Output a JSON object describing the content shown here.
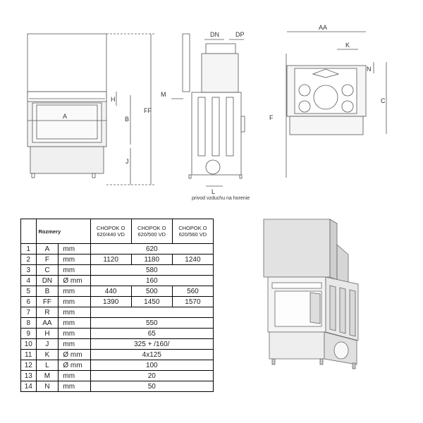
{
  "drawings": {
    "front_labels": {
      "A": "A",
      "H": "H",
      "B": "B",
      "FF": "FF",
      "J": "J"
    },
    "side_labels": {
      "DN": "DN",
      "DP": "DP",
      "M": "M",
      "F": "F",
      "L": "L"
    },
    "top_labels": {
      "AA": "AA",
      "K": "K",
      "N": "N",
      "C": "C"
    },
    "caption": "privod vzduchu na horenie"
  },
  "table": {
    "title": "Rozmery",
    "columns": [
      "CHOPOK O 620/440 VD",
      "CHOPOK O 620/500 VD",
      "CHOPOK O 620/560 VD"
    ],
    "rows": [
      {
        "n": "1",
        "p": "A",
        "u": "mm",
        "merged": "620"
      },
      {
        "n": "2",
        "p": "F",
        "u": "mm",
        "v": [
          "1120",
          "1180",
          "1240"
        ]
      },
      {
        "n": "3",
        "p": "C",
        "u": "mm",
        "merged": "580"
      },
      {
        "n": "4",
        "p": "DN",
        "u": "Ø mm",
        "merged": "160"
      },
      {
        "n": "5",
        "p": "B",
        "u": "mm",
        "v": [
          "440",
          "500",
          "560"
        ]
      },
      {
        "n": "6",
        "p": "FF",
        "u": "mm",
        "v": [
          "1390",
          "1450",
          "1570"
        ]
      },
      {
        "n": "7",
        "p": "R",
        "u": "mm",
        "merged": ""
      },
      {
        "n": "8",
        "p": "AA",
        "u": "mm",
        "merged": "550"
      },
      {
        "n": "9",
        "p": "H",
        "u": "mm",
        "merged": "65"
      },
      {
        "n": "10",
        "p": "J",
        "u": "mm",
        "merged": "325 + /160/"
      },
      {
        "n": "11",
        "p": "K",
        "u": "Ø mm",
        "merged": "4x125"
      },
      {
        "n": "12",
        "p": "L",
        "u": "Ø mm",
        "merged": "100"
      },
      {
        "n": "13",
        "p": "M",
        "u": "mm",
        "merged": "20"
      },
      {
        "n": "14",
        "p": "N",
        "u": "mm",
        "merged": "50"
      }
    ]
  }
}
